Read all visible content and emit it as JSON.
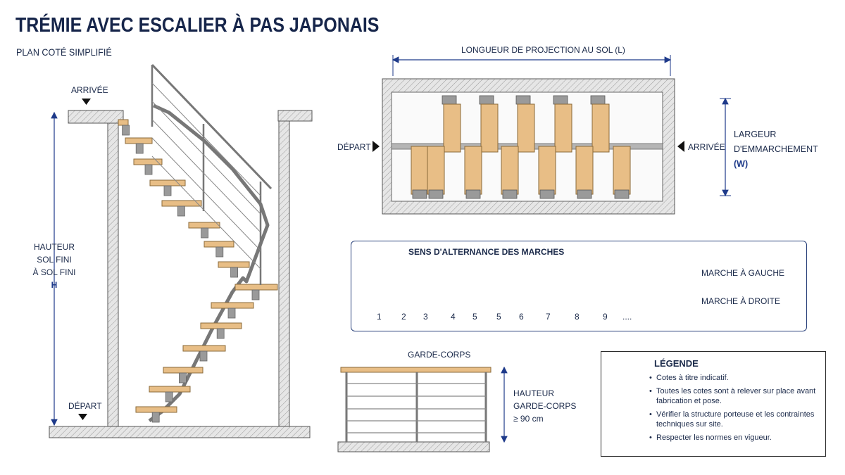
{
  "title": "TRÉMIE AVEC ESCALIER À PAS JAPONAIS",
  "subtitle": "PLAN COTÉ SIMPLIFIÉ",
  "elevation": {
    "arrivee": "ARRIVÉE",
    "depart": "DÉPART",
    "height_label": [
      "HAUTEUR",
      "SOL FINI",
      "À SOL FINI",
      "H"
    ]
  },
  "plan": {
    "length_label": "LONGUEUR DE PROJECTION AU SOL (L)",
    "depart": "DÉPART",
    "arrivee": "ARRIVÉE",
    "width_label": [
      "LARGEUR",
      "D'EMMARCHEMENT",
      "(W)"
    ]
  },
  "alternance": {
    "title": "SENS D'ALTERNANCE DES MARCHES",
    "numbers": [
      "1",
      "2",
      "3",
      "4",
      "5",
      "5",
      "6",
      "7",
      "8",
      "9",
      "...."
    ],
    "marche_gauche": "MARCHE À GAUCHE",
    "marche_droite": "MARCHE À DROITE",
    "colors": {
      "gauche": "#2c4a8f",
      "droite": "#2f9a3c"
    }
  },
  "garde_corps": {
    "title": "GARDE-CORPS",
    "height_label": [
      "HAUTEUR",
      "GARDE-CORPS",
      "≥ 90 cm"
    ]
  },
  "legend": {
    "title": "LÉGENDE",
    "items": [
      "Cotes à titre indicatif.",
      "Toutes les cotes sont à relever sur place avant fabrication et pose.",
      "Vérifier la structure porteuse et les contraintes techniques sur site.",
      "Respecter les normes en vigueur."
    ]
  },
  "colors": {
    "navy": "#16254a",
    "wood": "#e8be86",
    "concrete": "#d9d9d9",
    "dimension": "#1e3a8a"
  }
}
